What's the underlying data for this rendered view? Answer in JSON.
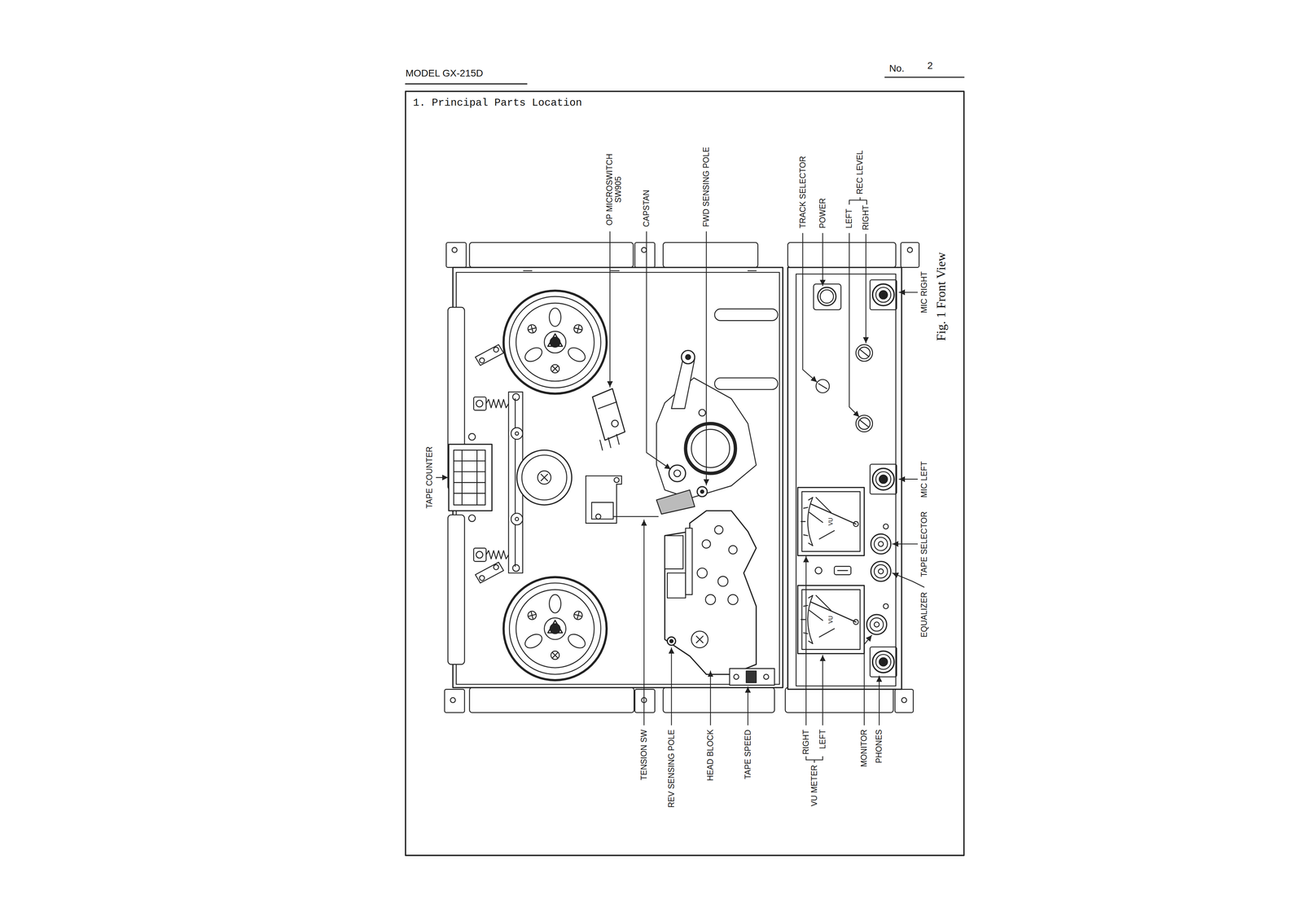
{
  "diagram": {
    "title": "1. Principal Parts Location",
    "caption": "Fig. 1 Front View",
    "labels": [
      "MODEL GX-215D",
      "No.",
      "2",
      "OP MICROSWITCH SW905",
      "CAPSTAN",
      "FWD SENSING POLE",
      "TRACK SELECTOR",
      "POWER",
      "LEFT",
      "REC LEVEL",
      "RIGHT",
      "MIC RIGHT",
      "TAPE COUNTER",
      "MIC LEFT",
      "TAPE SELECTOR",
      "EQUALIZER",
      "VU",
      "VU",
      "TENSION SW",
      "REV SENSING POLE",
      "HEAD BLOCK",
      "TAPE SPEED",
      "RIGHT",
      "VU METER",
      "LEFT",
      "MONITOR",
      "PHONES"
    ]
  }
}
